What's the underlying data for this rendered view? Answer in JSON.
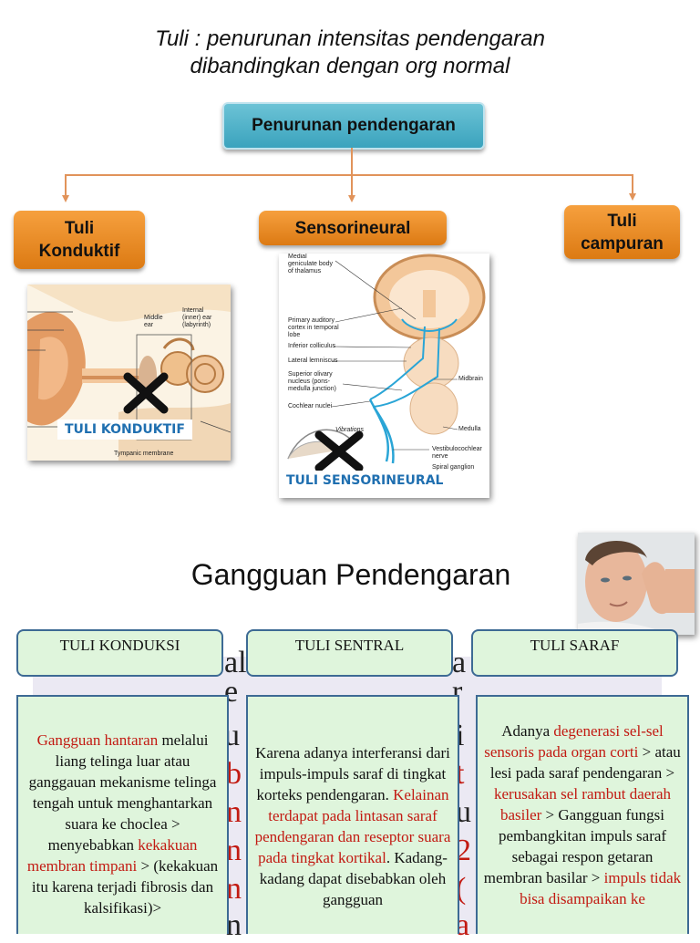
{
  "title": {
    "line1": "Tuli : penurunan intensitas pendengaran",
    "line2": "dibandingkan dengan org normal"
  },
  "diagram": {
    "root": "Penurunan pendengaran",
    "branch_left_line1": "Tuli",
    "branch_left_line2": "Konduktif",
    "branch_middle": "Sensorineural",
    "branch_right_line1": "Tuli",
    "branch_right_line2": "campuran"
  },
  "ear_image": {
    "label": "TULI KONDUKTIF",
    "middle_ear": "Middle ear",
    "inner_ear": "Internal (inner) ear (labyrinth)",
    "tympanic": "Tympanic membrane"
  },
  "brain_image": {
    "label": "TULI SENSORINEURAL",
    "labels": [
      "Medial geniculate body of thalamus",
      "Primary auditory cortex in temporal lobe",
      "Inferior colliculus",
      "Lateral lemniscus",
      "Superior olivary nucleus (pons-medulla junction)",
      "Cochlear nuclei",
      "Midbrain",
      "Medulla",
      "Vestibulocochlear nerve",
      "Spiral ganglion",
      "Vibrations"
    ]
  },
  "section_title": "Gangguan Pendengaran",
  "categories": [
    {
      "heading": "TULI KONDUKSI",
      "segments": [
        {
          "text": "Gangguan hantaran",
          "red": true
        },
        {
          "text": " melalui liang telinga luar atau ganggauan mekanisme telinga tengah untuk menghantarkan suara ke choclea > menyebabkan ",
          "red": false
        },
        {
          "text": "kekakuan membran timpani",
          "red": true
        },
        {
          "text": " > (kekakuan itu karena terjadi fibrosis dan kalsifikasi)>",
          "red": false
        }
      ]
    },
    {
      "heading": "TULI SENTRAL",
      "segments": [
        {
          "text": "Karena adanya interferansi dari impuls-impuls saraf di tingkat korteks pendengaran. ",
          "red": false
        },
        {
          "text": "Kelainan terdapat pada lintasan saraf pendengaran dan reseptor suara pada tingkat kortikal",
          "red": true
        },
        {
          "text": ". Kadang-kadang dapat disebabkan oleh gangguan",
          "red": false
        }
      ]
    },
    {
      "heading": "TULI SARAF",
      "segments": [
        {
          "text": "Adanya ",
          "red": false
        },
        {
          "text": "degenerasi sel-sel sensoris pada organ corti",
          "red": true
        },
        {
          "text": " > atau lesi pada saraf pendengaran > ",
          "red": false
        },
        {
          "text": "kerusakan sel rambut daerah basiler",
          "red": true
        },
        {
          "text": " > Gangguan fungsi pembangkitan impuls saraf sebagai respon getaran membran basilar > ",
          "red": false
        },
        {
          "text": "impuls tidak bisa disampaikan ke",
          "red": true
        }
      ]
    }
  ],
  "colors": {
    "root_box": "#4fb3ca",
    "branch_box": "#ef8e28",
    "connector": "#e1935a",
    "category_fill": "#dff5dc",
    "category_border": "#3d6a94",
    "highlight_red": "#c21a12",
    "image_label": "#1f6fb0"
  }
}
